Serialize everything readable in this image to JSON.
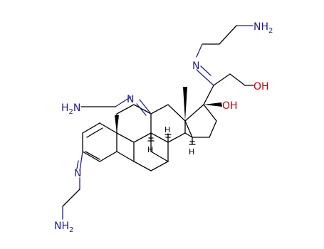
{
  "molecule": {
    "atoms": {
      "nh2_top": {
        "main": "NH",
        "sub": "2"
      },
      "nh2_left": {
        "main": "H",
        "sub": "2",
        "tail": "N"
      },
      "nh2_bottom": {
        "main": "NH",
        "sub": "2"
      },
      "n_top": "N",
      "n_mid": "N",
      "n_left": "N",
      "oh_right": "OH",
      "oh_center": "OH",
      "h_9": "H",
      "h_8": "H",
      "h_14": "H"
    },
    "colors": {
      "nitrogen": "#1f1f8c",
      "oxygen": "#c00000",
      "carbon": "#000000"
    }
  }
}
